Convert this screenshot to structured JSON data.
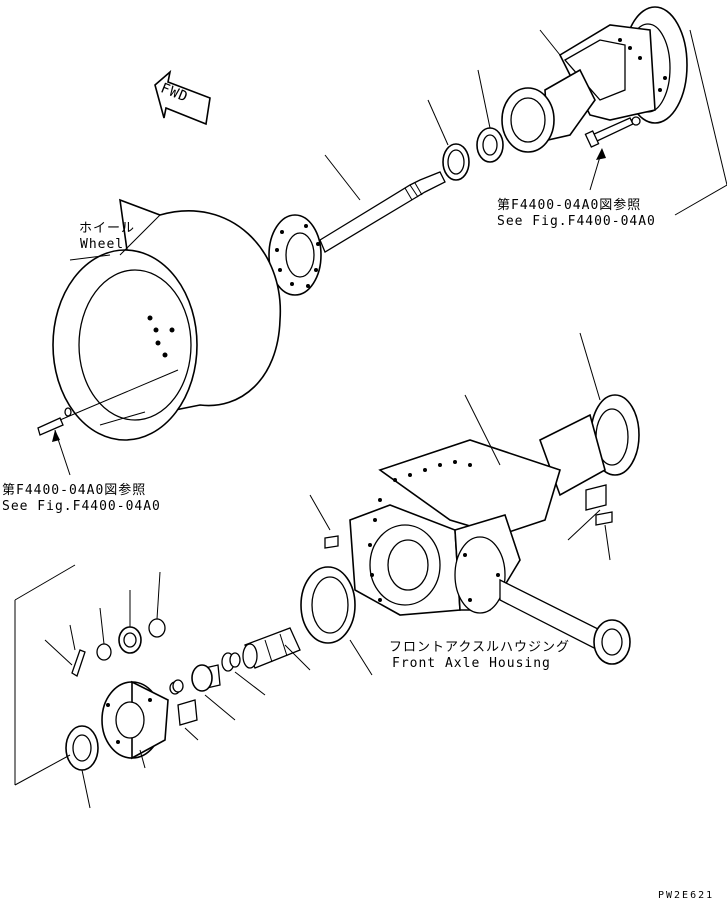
{
  "fwd_label": "FWD",
  "wheel": {
    "jp": "ホイール",
    "en": "Wheel"
  },
  "ref_top": {
    "jp": "第F4400-04A0図参照",
    "en": "See Fig.F4400-04A0"
  },
  "ref_left": {
    "jp": "第F4400-04A0図参照",
    "en": "See Fig.F4400-04A0"
  },
  "housing": {
    "jp": "フロントアクスルハウジング",
    "en": "Front Axle Housing"
  },
  "drawing_code": "PW2E621"
}
